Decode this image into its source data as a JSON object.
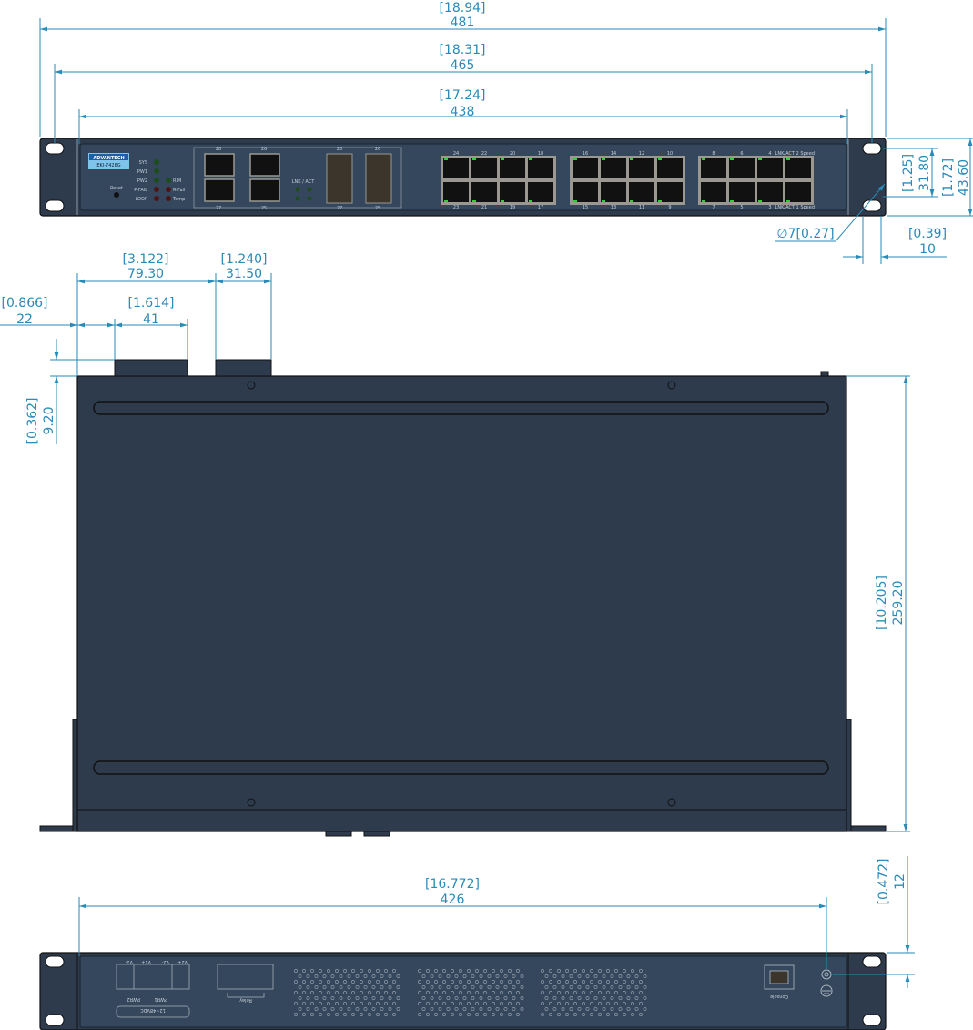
{
  "front_view": {
    "brand": "ADVANTECH",
    "model": "EKI-7428G",
    "reset_label": "Reset",
    "led_labels": [
      "SYS",
      "PW1",
      "PW2",
      "P-FAIL",
      "LOOP"
    ],
    "led_labels_right": [
      "R.M",
      "R-Fail",
      "Temp"
    ],
    "combo_top_labels": [
      "28",
      "26",
      "28",
      "26"
    ],
    "combo_bottom_labels": [
      "27",
      "25",
      "27",
      "25"
    ],
    "lnk_act_label": "LNK / ACT",
    "port_top_labels": [
      "24",
      "22",
      "20",
      "18",
      "16",
      "14",
      "12",
      "10",
      "8",
      "6",
      "4"
    ],
    "port_bottom_labels": [
      "23",
      "21",
      "19",
      "17",
      "15",
      "13",
      "11",
      "9",
      "7",
      "5",
      "3"
    ],
    "legend_top": "LNK/ACT  2 Speed",
    "legend_bottom": "LNK/ACT  1 Speed"
  },
  "rear_view": {
    "power_terminals": [
      "V2+",
      "V2-",
      "V1+",
      "V1-"
    ],
    "pwr_labels": [
      "PWR2",
      "PWR1"
    ],
    "voltage_label": "12~48VDC",
    "relay_label": "Relay",
    "console_label": "Console"
  },
  "dimensions": {
    "overall_width": {
      "in": "[18.94]",
      "mm": "481"
    },
    "ear_hole_span": {
      "in": "[18.31]",
      "mm": "465"
    },
    "body_width": {
      "in": "[17.24]",
      "mm": "438"
    },
    "hole_vertical_span": {
      "in": "[1.25]",
      "mm": "31.80"
    },
    "height": {
      "in": "[1.72]",
      "mm": "43.60"
    },
    "hole_diameter": "∅7[0.27]",
    "hole_offset": {
      "in": "[0.39]",
      "mm": "10"
    },
    "terminal_offset": {
      "in": "[3.122]",
      "mm": "79.30"
    },
    "terminal2_width": {
      "in": "[1.240]",
      "mm": "31.50"
    },
    "terminal1_offset": {
      "in": "[0.866]",
      "mm": "22"
    },
    "terminal1_width": {
      "in": "[1.614]",
      "mm": "41"
    },
    "terminal_depth": {
      "in": "[0.362]",
      "mm": "9.20"
    },
    "depth": {
      "in": "[10.205]",
      "mm": "259.20"
    },
    "ground_span": {
      "in": "[16.772]",
      "mm": "426"
    },
    "ground_height": {
      "in": "[0.472]",
      "mm": "12"
    }
  }
}
